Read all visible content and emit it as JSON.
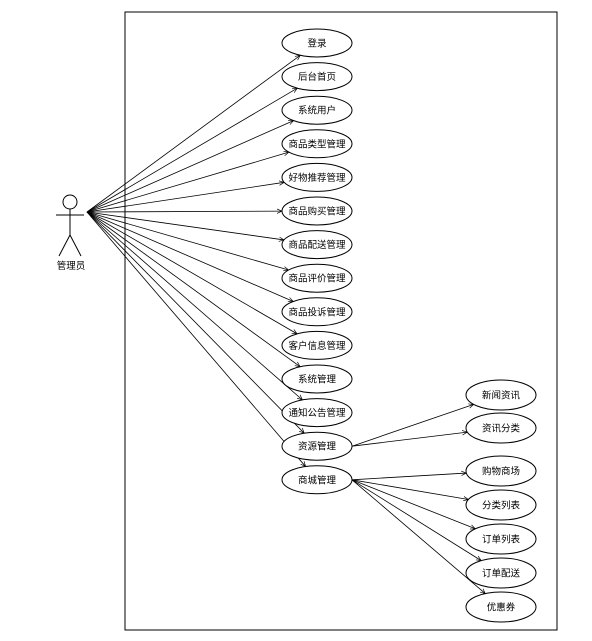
{
  "actor": {
    "name": "管理员"
  },
  "use_cases": [
    {
      "id": "login",
      "label": "登录"
    },
    {
      "id": "admin-home",
      "label": "后台首页"
    },
    {
      "id": "system-users",
      "label": "系统用户"
    },
    {
      "id": "product-category-mgmt",
      "label": "商品类型管理"
    },
    {
      "id": "recommend-mgmt",
      "label": "好物推荐管理"
    },
    {
      "id": "product-purchase-mgmt",
      "label": "商品购买管理"
    },
    {
      "id": "product-delivery-mgmt",
      "label": "商品配送管理"
    },
    {
      "id": "product-review-mgmt",
      "label": "商品评价管理"
    },
    {
      "id": "product-complaint-mgmt",
      "label": "商品投诉管理"
    },
    {
      "id": "customer-info-mgmt",
      "label": "客户信息管理"
    },
    {
      "id": "system-mgmt",
      "label": "系统管理"
    },
    {
      "id": "notice-mgmt",
      "label": "通知公告管理"
    },
    {
      "id": "resource-mgmt",
      "label": "资源管理",
      "children": [
        {
          "id": "news",
          "label": "新闻资讯"
        },
        {
          "id": "news-category",
          "label": "资讯分类"
        }
      ]
    },
    {
      "id": "mall-mgmt",
      "label": "商城管理",
      "children": [
        {
          "id": "shopping-mall",
          "label": "购物商场"
        },
        {
          "id": "category-list",
          "label": "分类列表"
        },
        {
          "id": "order-list",
          "label": "订单列表"
        },
        {
          "id": "order-delivery",
          "label": "订单配送"
        },
        {
          "id": "coupon",
          "label": "优惠券"
        }
      ]
    }
  ]
}
